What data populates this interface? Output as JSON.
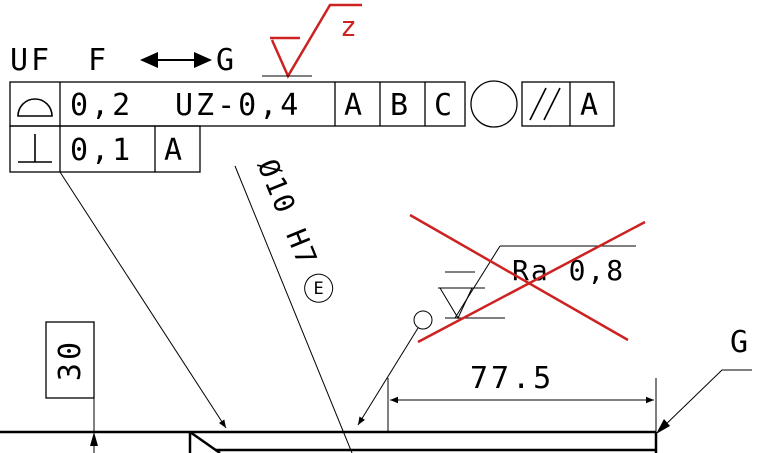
{
  "header": {
    "uf": "UF",
    "f": "F",
    "g": "G",
    "surface_note_letter": "z"
  },
  "fcf_row1": {
    "profile_tolerance": "0,2",
    "uz_modifier": "UZ-0,4",
    "datum_a": "A",
    "datum_b": "B",
    "datum_c": "C",
    "parallel_datum": "A"
  },
  "fcf_row2": {
    "perpendicular_tolerance": "0,1",
    "datum": "A"
  },
  "hole_callout": {
    "size": "Ø10 H7",
    "envelope_symbol": "E"
  },
  "surface_finish": {
    "roughness": "Ra 0,8",
    "crossed_out": true
  },
  "dimensions": {
    "length": "77.5",
    "basic_height": "30"
  },
  "leader_label": "G",
  "colors": {
    "ink": "#000000",
    "redline": "#cc2222"
  }
}
